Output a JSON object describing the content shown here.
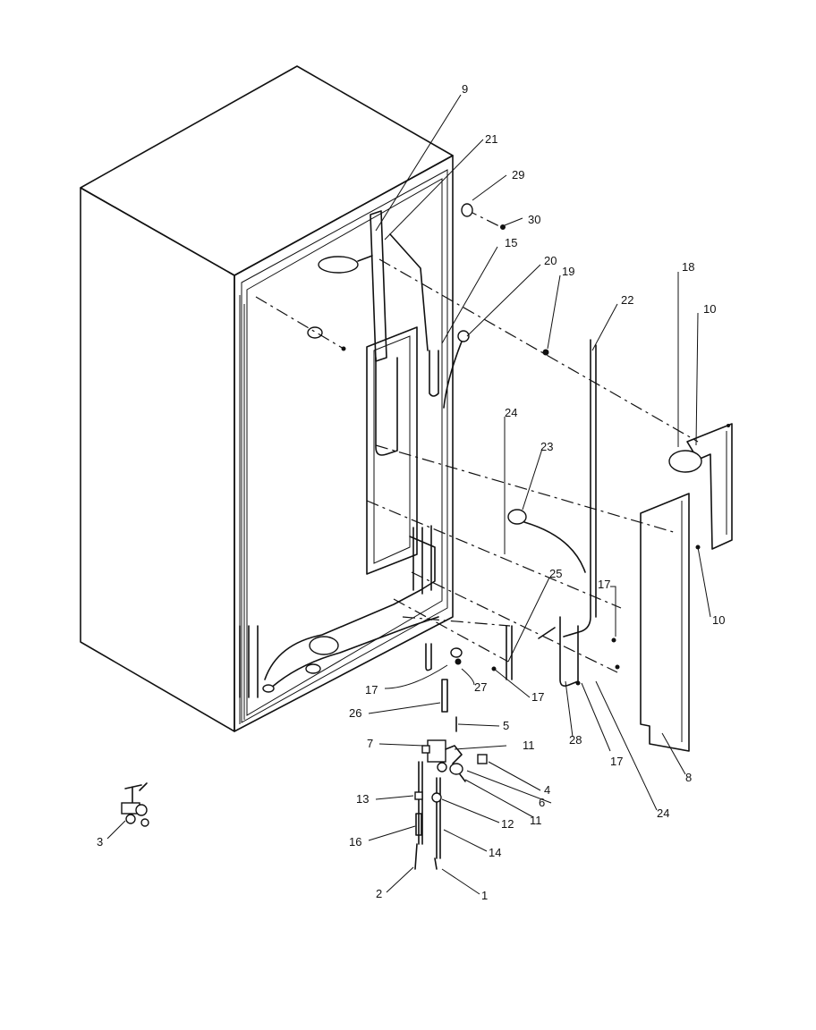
{
  "diagram": {
    "callouts": [
      {
        "id": "c9",
        "label": "9"
      },
      {
        "id": "c21",
        "label": "21"
      },
      {
        "id": "c29",
        "label": "29"
      },
      {
        "id": "c30",
        "label": "30"
      },
      {
        "id": "c15",
        "label": "15"
      },
      {
        "id": "c20",
        "label": "20"
      },
      {
        "id": "c19",
        "label": "19"
      },
      {
        "id": "c22",
        "label": "22"
      },
      {
        "id": "c18",
        "label": "18"
      },
      {
        "id": "c10a",
        "label": "10"
      },
      {
        "id": "c24a",
        "label": "24"
      },
      {
        "id": "c23",
        "label": "23"
      },
      {
        "id": "c10b",
        "label": "10"
      },
      {
        "id": "c25",
        "label": "25"
      },
      {
        "id": "c17a",
        "label": "17"
      },
      {
        "id": "c17b",
        "label": "17"
      },
      {
        "id": "c27",
        "label": "27"
      },
      {
        "id": "c17c",
        "label": "17"
      },
      {
        "id": "c26",
        "label": "26"
      },
      {
        "id": "c5",
        "label": "5"
      },
      {
        "id": "c28",
        "label": "28"
      },
      {
        "id": "c17d",
        "label": "17"
      },
      {
        "id": "c7",
        "label": "7"
      },
      {
        "id": "c11a",
        "label": "11"
      },
      {
        "id": "c4",
        "label": "4"
      },
      {
        "id": "c6",
        "label": "6"
      },
      {
        "id": "c8",
        "label": "8"
      },
      {
        "id": "c11b",
        "label": "11"
      },
      {
        "id": "c13",
        "label": "13"
      },
      {
        "id": "c12",
        "label": "12"
      },
      {
        "id": "c24b",
        "label": "24"
      },
      {
        "id": "c3",
        "label": "3"
      },
      {
        "id": "c16",
        "label": "16"
      },
      {
        "id": "c14",
        "label": "14"
      },
      {
        "id": "c2",
        "label": "2"
      },
      {
        "id": "c1",
        "label": "1"
      }
    ]
  }
}
